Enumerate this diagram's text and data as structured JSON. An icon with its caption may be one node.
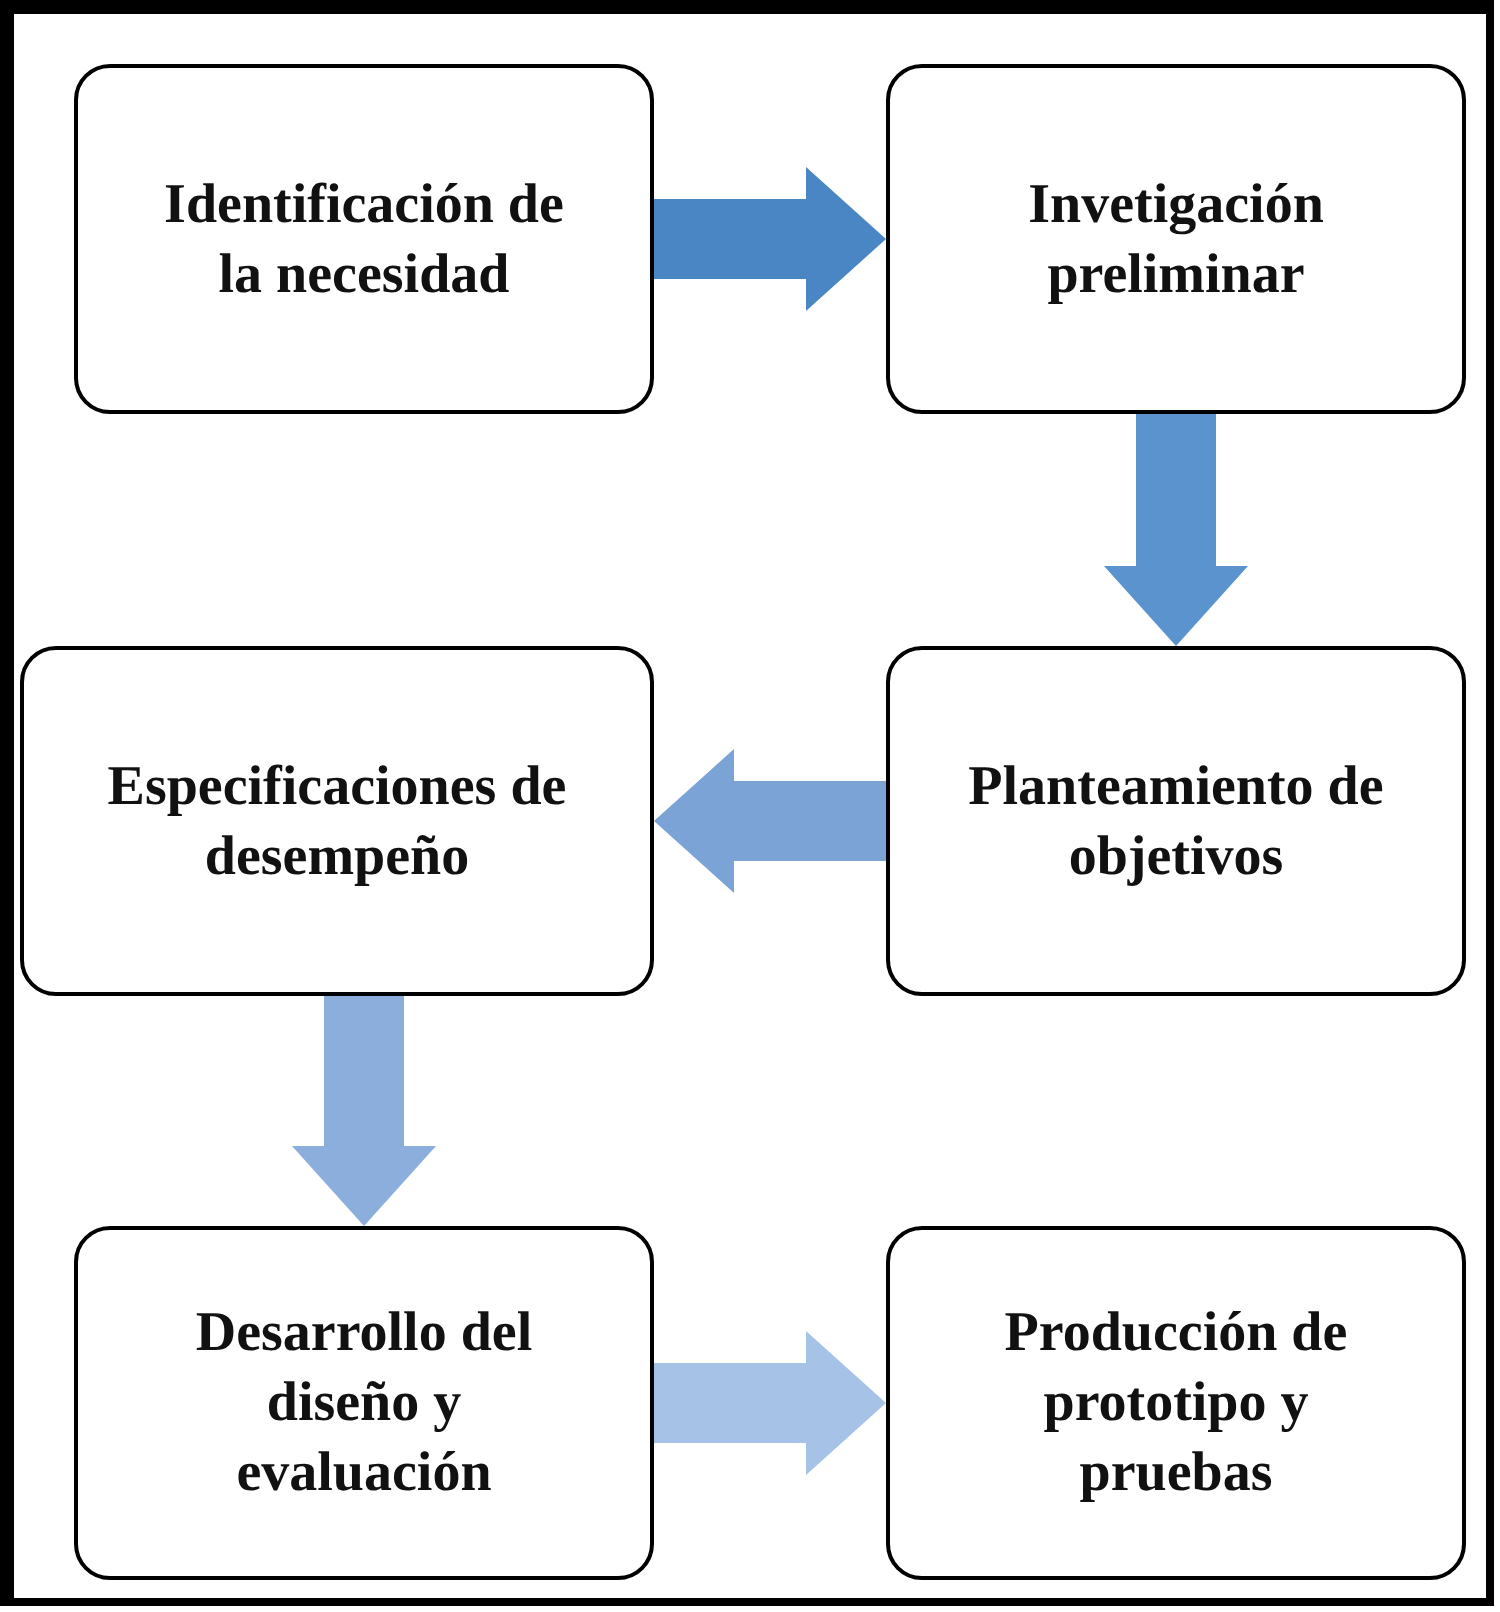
{
  "diagram": {
    "nodes": [
      {
        "text": [
          "Identificación de la necesidad"
        ]
      },
      {
        "text": [
          "Invetigación preliminar"
        ]
      },
      {
        "text": [
          "Especificaciones de desempeño"
        ]
      },
      {
        "text": [
          "Planteamiento de objetivos"
        ]
      },
      {
        "text": [
          "Desarrollo del diseño y evaluación"
        ]
      },
      {
        "text": [
          "Producción de prototipo y pruebas"
        ]
      }
    ],
    "edges": [
      {
        "from": 0,
        "to": 1,
        "arrow": "to",
        "color": "#4a86c4"
      },
      {
        "from": 1,
        "to": 3,
        "arrow": "to",
        "color": "#5b93cf"
      },
      {
        "from": 3,
        "to": 2,
        "arrow": "to",
        "color": "#7ba3d6"
      },
      {
        "from": 2,
        "to": 4,
        "arrow": "to",
        "color": "#8caedc"
      },
      {
        "from": 4,
        "to": 5,
        "arrow": "to",
        "color": "#a6c2e7"
      }
    ]
  }
}
